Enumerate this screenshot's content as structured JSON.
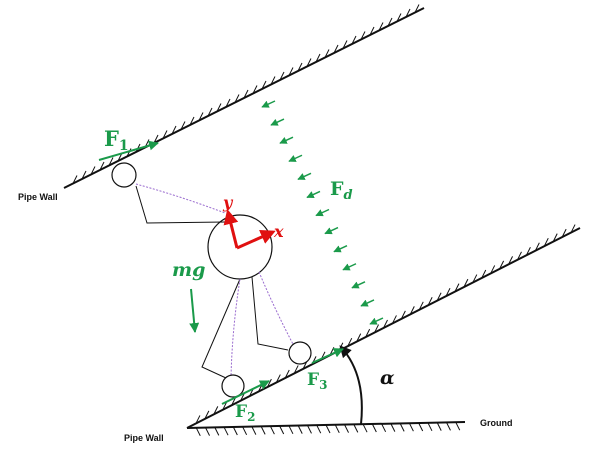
{
  "labels": {
    "pipe_wall_upper": "Pipe Wall",
    "pipe_wall_lower": "Pipe Wall",
    "ground": "Ground",
    "f1": {
      "base": "F",
      "sub": "1"
    },
    "f2": {
      "base": "F",
      "sub": "2"
    },
    "f3": {
      "base": "F",
      "sub": "3"
    },
    "fd": {
      "base": "F",
      "sub": "d"
    },
    "mg": "mg",
    "x_axis": "x",
    "y_axis": "y",
    "alpha": "α"
  },
  "colors": {
    "force": "#1a9a4a",
    "axis": "#e01010",
    "spring": "#9a6ccf",
    "line": "#111111"
  }
}
